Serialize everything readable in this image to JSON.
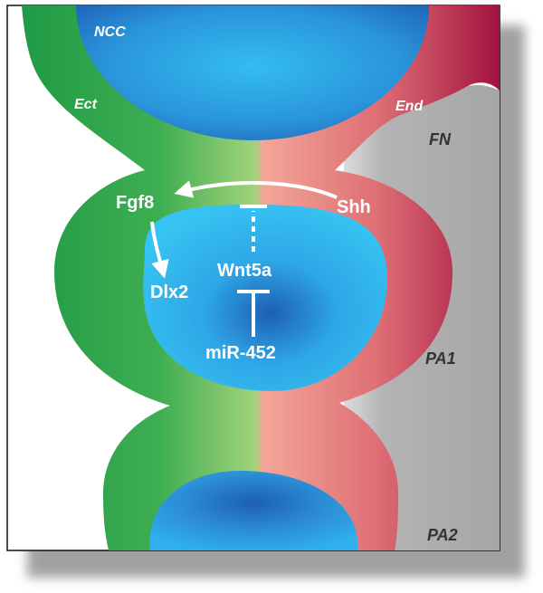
{
  "tissue_labels": {
    "ncc": "NCC",
    "ect": "Ect",
    "end": "End",
    "fn": "FN",
    "pa1": "PA1",
    "pa2": "PA2"
  },
  "genes": {
    "fgf8": "Fgf8",
    "shh": "Shh",
    "dlx2": "Dlx2",
    "wnt5a": "Wnt5a",
    "mir452": "miR-452"
  },
  "colors": {
    "ectoderm_dark": "#1f9a46",
    "ectoderm_light": "#9fd27a",
    "endoderm_light": "#f2a497",
    "endoderm_dark": "#a2123f",
    "ncc_light": "#33bdf0",
    "ncc_dark": "#1d5fb2",
    "mesenchyme_bg": "#a8a8a8",
    "label_dark": "#333333",
    "label_light": "#ffffff"
  }
}
